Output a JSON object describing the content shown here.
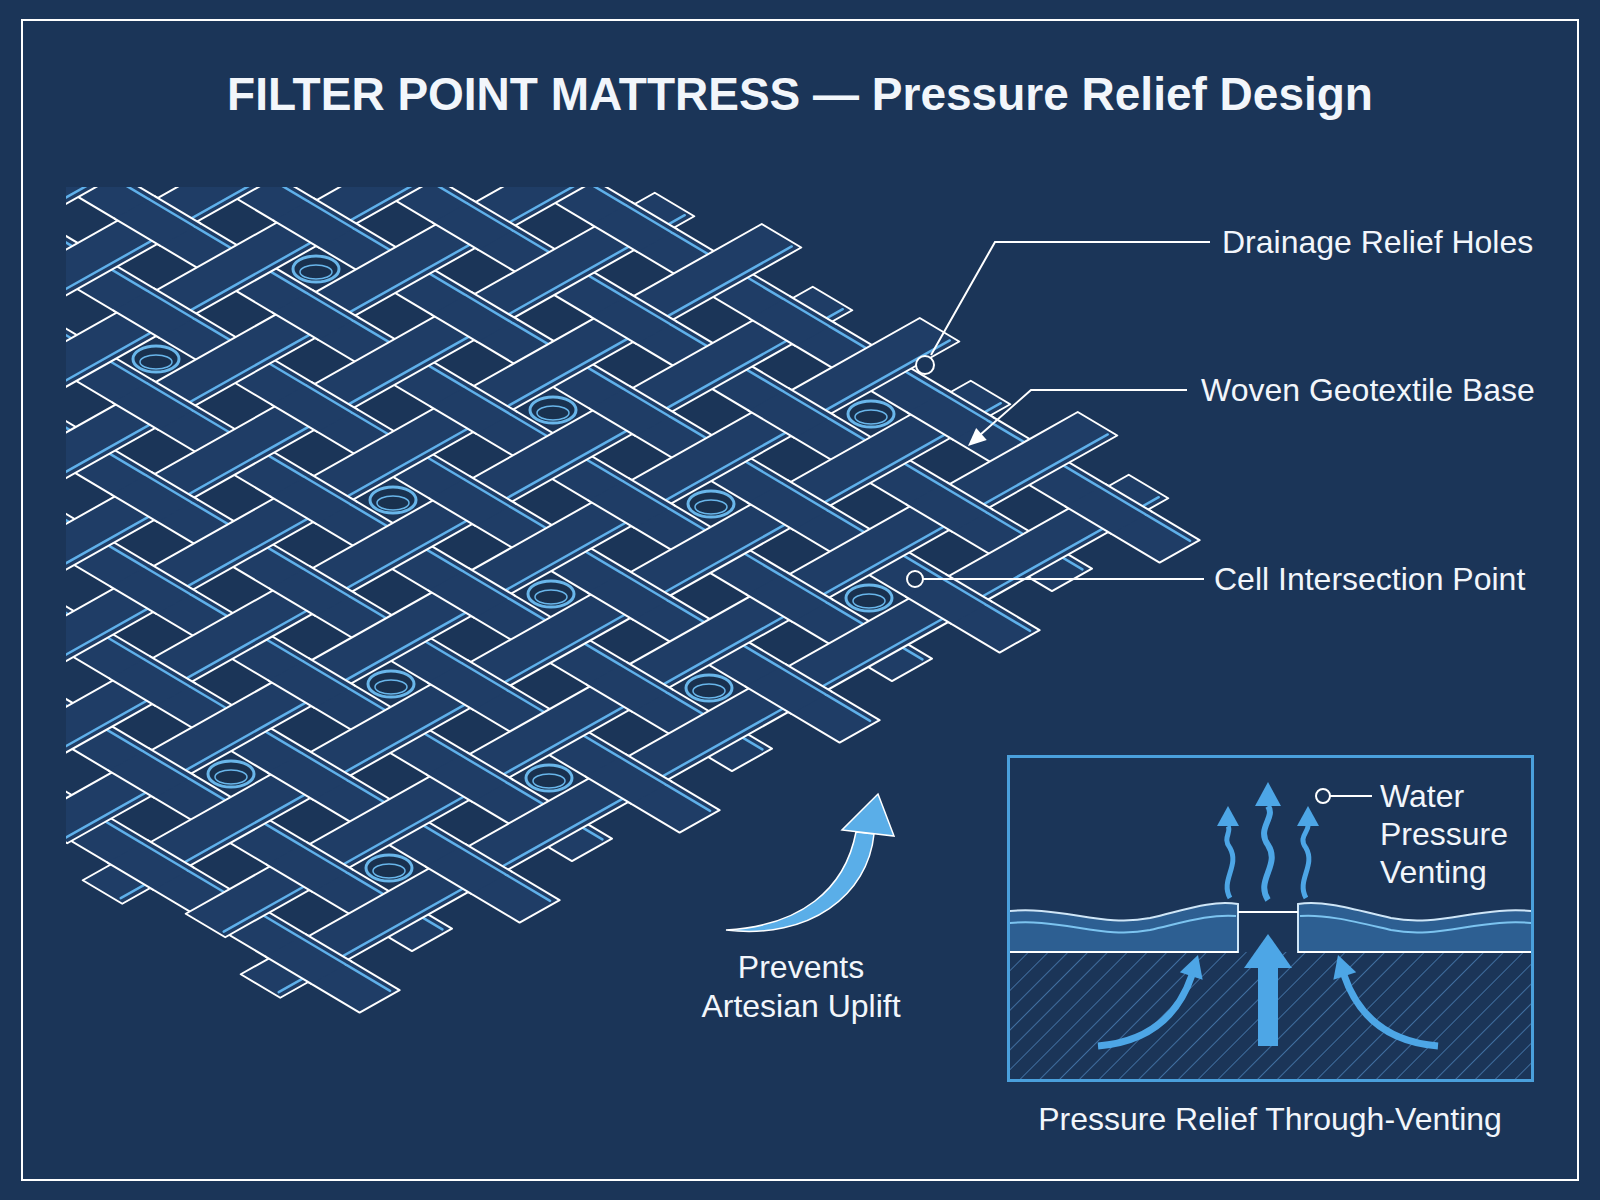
{
  "diagram": {
    "title": "FILTER POINT MATTRESS — Pressure Relief Design",
    "nodes": [
      {
        "text": [
          "Water Pressure Venting",
          "Pressure Relief Through-Venting"
        ]
      }
    ],
    "labels": [
      "Drainage Relief Holes",
      "Woven Geotextile Base",
      "Cell Intersection Point",
      "Prevents Artesian Uplift"
    ]
  }
}
